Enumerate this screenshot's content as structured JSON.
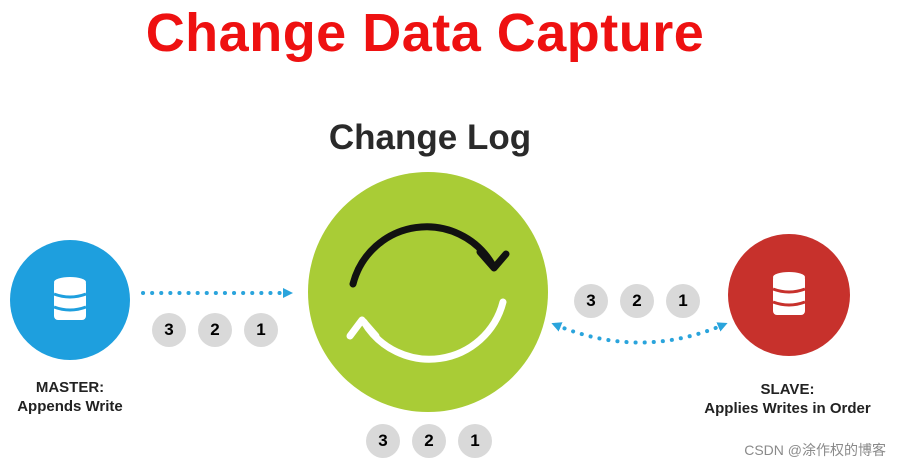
{
  "title": "Change Data Capture",
  "subtitle": "Change Log",
  "colors": {
    "title": "#ee1111",
    "master": "#1e9fde",
    "hub": "#a9cc36",
    "slave": "#c7312c",
    "badge": "#d9d9d9",
    "arrow": "#2aa4dc"
  },
  "nodes": {
    "master": {
      "label_line1": "MASTER:",
      "label_line2": "Appends Write",
      "icon": "database-icon"
    },
    "hub": {
      "icon": "refresh-cycle-icon"
    },
    "slave": {
      "label_line1": "SLAVE:",
      "label_line2": "Applies Writes in Order",
      "icon": "database-icon"
    }
  },
  "queues": {
    "master": [
      "3",
      "2",
      "1"
    ],
    "hub": [
      "3",
      "2",
      "1"
    ],
    "slave": [
      "3",
      "2",
      "1"
    ]
  },
  "watermark": "CSDN @涂作权的博客"
}
